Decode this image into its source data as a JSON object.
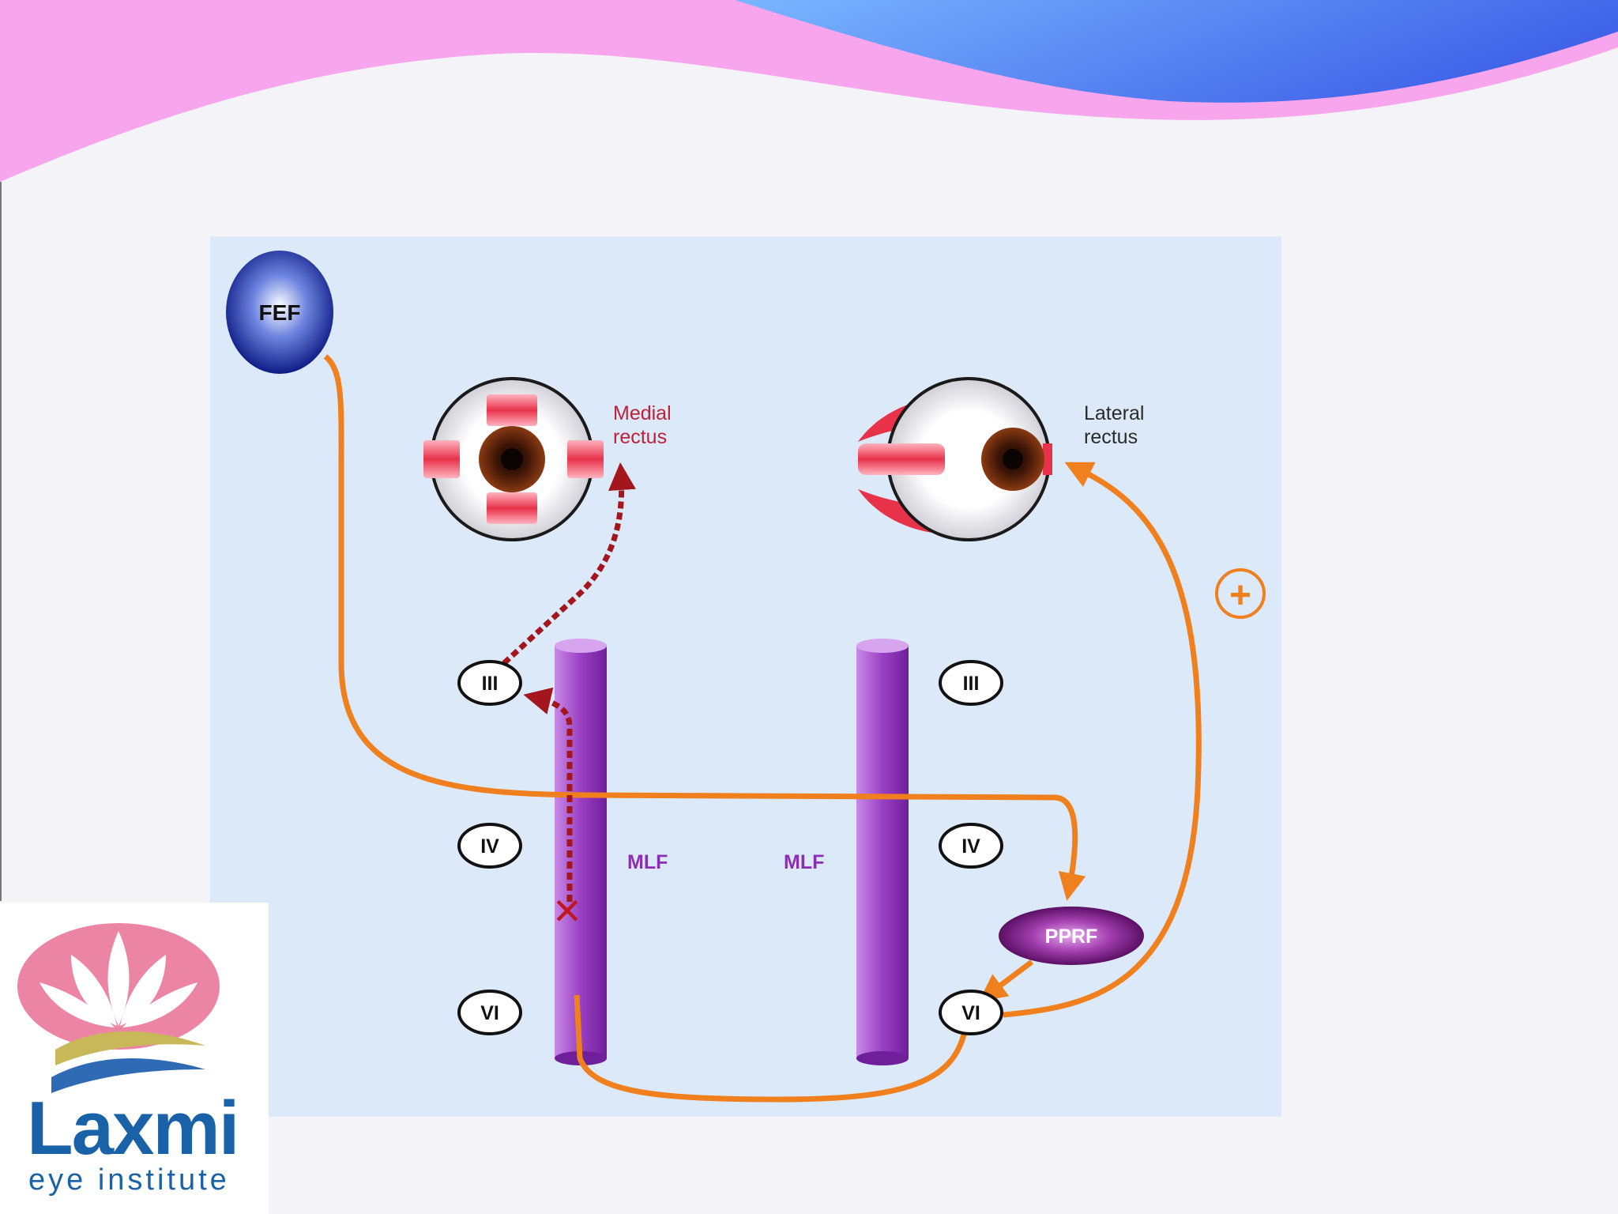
{
  "diagram": {
    "nodes": {
      "fef": "FEF",
      "pprf": "PPRF"
    },
    "muscles": {
      "medial": [
        "Medial",
        "rectus"
      ],
      "lateral": [
        "Lateral",
        "rectus"
      ]
    },
    "nuclei": {
      "left": [
        "III",
        "IV",
        "VI"
      ],
      "right": [
        "III",
        "IV",
        "VI"
      ]
    },
    "tracts": {
      "left": "MLF",
      "right": "MLF"
    },
    "lesion_marker": "✕",
    "excitatory_sign": "+"
  },
  "logo": {
    "name": "Laxmi",
    "subtitle": "eye institute"
  },
  "colors": {
    "orange_pathway": "#f07f1e",
    "dotted_pathway": "#a3161e",
    "mlf_purple": "#9a3fc4",
    "panel_bg": "#dce9f8",
    "header_pink": "#f7a6ee",
    "header_blue": "#4f8bf0",
    "logo_blue": "#1a62a8"
  }
}
